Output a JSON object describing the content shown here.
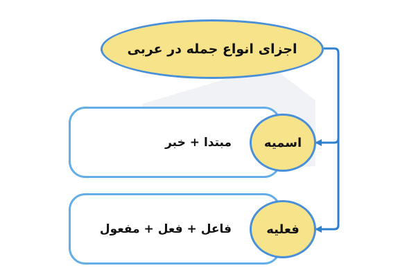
{
  "colors": {
    "oval_fill": "#f7e38a",
    "oval_border": "#4a90d9",
    "box_border": "#63aee6",
    "connector": "#2f7fcf",
    "text": "#111111"
  },
  "diagram": {
    "main_node": {
      "label": "اجزای انواع جمله در عربی"
    },
    "branches": [
      {
        "name": "اسمیه",
        "formula": "مبتدا + خبر"
      },
      {
        "name": "فعلیه",
        "formula": "فاعل + فعل + مفعول"
      }
    ]
  }
}
